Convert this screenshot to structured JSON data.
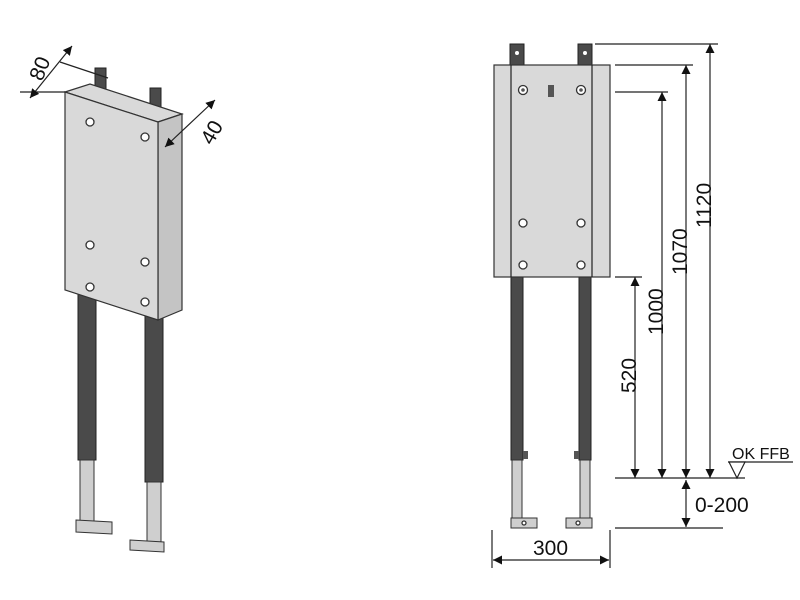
{
  "iso_view": {
    "dimension_depth": "80",
    "dimension_panel_depth": "40"
  },
  "front_view": {
    "dimension_total_height": "1120",
    "dimension_panel_top": "1070",
    "dimension_upper_holes": "1000",
    "dimension_panel_bottom": "520",
    "dimension_width": "300",
    "dimension_adjust_range": "0-200",
    "floor_label": "OK FFB"
  }
}
